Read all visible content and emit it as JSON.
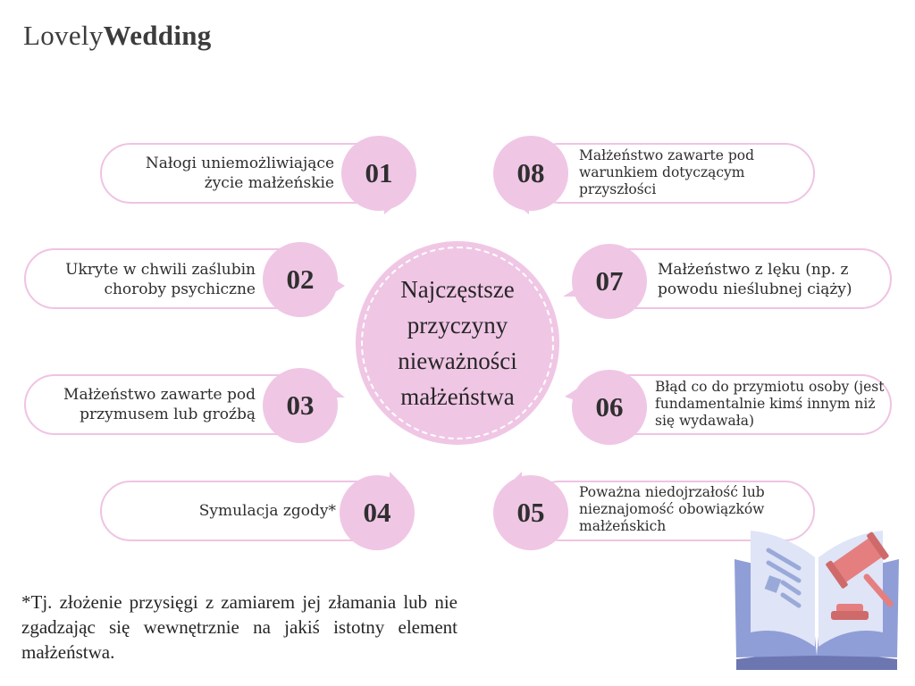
{
  "logo": {
    "light": "Lovely",
    "bold": "Wedding"
  },
  "center_title": "Najczęstsze przyczyny nieważności małżeństwa",
  "items": [
    {
      "number": "01",
      "text": "Nałogi uniemożliwiające życie małżeńskie"
    },
    {
      "number": "02",
      "text": "Ukryte w chwili zaślubin choroby psychiczne"
    },
    {
      "number": "03",
      "text": "Małżeństwo zawarte pod przymusem lub groźbą"
    },
    {
      "number": "04",
      "text": "Symulacja zgody*"
    },
    {
      "number": "05",
      "text": "Poważna niedojrzałość lub nieznajomość obowiązków małżeńskich"
    },
    {
      "number": "06",
      "text": "Błąd co do przymiotu osoby (jest fundamentalnie kimś innym niż się wydawała)"
    },
    {
      "number": "07",
      "text": "Małżeństwo z lęku (np. z powodu nieślubnej ciąży)"
    },
    {
      "number": "08",
      "text": "Małżeństwo zawarte pod warunkiem dotyczącym przyszłości"
    }
  ],
  "footnote": "*Tj. złożenie przysięgi z zamiarem jej złamania lub nie zgadzając się wewnętrznie na jakiś istotny element małżeństwa.",
  "colors": {
    "bubble": "#f0c6e5",
    "pill_border": "#efc3e3",
    "book": "#9aaad8",
    "gavel": "#e57f7f"
  },
  "illustration_icon": "book-and-gavel-icon"
}
